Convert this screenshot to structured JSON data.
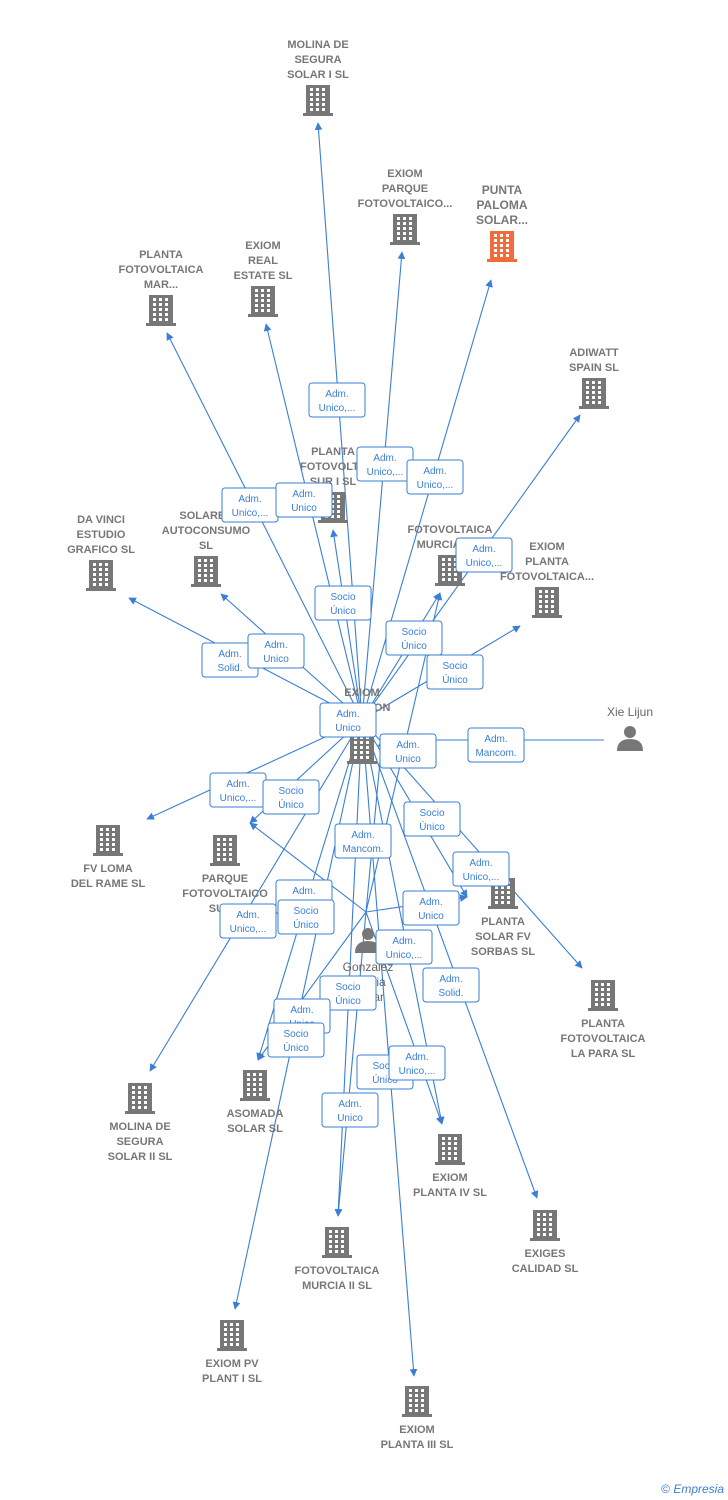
{
  "colors": {
    "edge": "#3a7fd5",
    "building": "#777777",
    "focus": "#f26b3a",
    "person": "#777777"
  },
  "nodes": [
    {
      "id": "center",
      "type": "company",
      "lines": [
        "EXIOM",
        "SOLUTION",
        "SL"
      ]
    },
    {
      "id": "punta",
      "type": "company",
      "focus": true,
      "lines": [
        "PUNTA",
        "PALOMA",
        "SOLAR..."
      ]
    },
    {
      "id": "molina1",
      "type": "company",
      "lines": [
        "MOLINA DE",
        "SEGURA",
        "SOLAR I  SL"
      ]
    },
    {
      "id": "parque",
      "type": "company",
      "lines": [
        "EXIOM",
        "PARQUE",
        "FOTOVOLTAICO..."
      ]
    },
    {
      "id": "realestate",
      "type": "company",
      "lines": [
        "EXIOM",
        "REAL",
        "ESTATE  SL"
      ]
    },
    {
      "id": "mar",
      "type": "company",
      "lines": [
        "PLANTA",
        "FOTOVOLTAICA",
        "MAR..."
      ]
    },
    {
      "id": "adiwatt",
      "type": "company",
      "lines": [
        "ADIWATT",
        "SPAIN  SL"
      ]
    },
    {
      "id": "pfsur1",
      "type": "company",
      "lines": [
        "PLANTA",
        "FOTOVOLTA",
        "SUR I  SL"
      ]
    },
    {
      "id": "davinci",
      "type": "company",
      "lines": [
        "DA VINCI",
        "ESTUDIO",
        "GRAFICO SL"
      ]
    },
    {
      "id": "solares",
      "type": "company",
      "lines": [
        "SOLARES",
        "AUTOCONSUMO",
        "SL"
      ]
    },
    {
      "id": "fmurcia1",
      "type": "company",
      "lines": [
        "FOTOVOLTAICA",
        "MURCIA I  SL"
      ]
    },
    {
      "id": "pfexiom",
      "type": "company",
      "lines": [
        "EXIOM",
        "PLANTA",
        "FOTOVOLTAICA..."
      ]
    },
    {
      "id": "fvloma",
      "type": "company",
      "lines": [
        "FV LOMA",
        "DEL RAME  SL"
      ]
    },
    {
      "id": "parquesur",
      "type": "company",
      "lines": [
        "PARQUE",
        "FOTOVOLTAICO",
        "SUR..."
      ]
    },
    {
      "id": "sorbas",
      "type": "company",
      "lines": [
        "PLANTA",
        "SOLAR FV",
        "SORBAS  SL"
      ]
    },
    {
      "id": "lapara",
      "type": "company",
      "lines": [
        "PLANTA",
        "FOTOVOLTAICA",
        "LA PARA  SL"
      ]
    },
    {
      "id": "molina2",
      "type": "company",
      "lines": [
        "MOLINA DE",
        "SEGURA",
        "SOLAR II  SL"
      ]
    },
    {
      "id": "asomada",
      "type": "company",
      "lines": [
        "ASOMADA",
        "SOLAR  SL"
      ]
    },
    {
      "id": "planta4",
      "type": "company",
      "lines": [
        "EXIOM",
        "PLANTA IV  SL"
      ]
    },
    {
      "id": "exiges",
      "type": "company",
      "lines": [
        "EXIGES",
        "CALIDAD  SL"
      ]
    },
    {
      "id": "fmurcia2",
      "type": "company",
      "lines": [
        "FOTOVOLTAICA",
        "MURCIA II  SL"
      ]
    },
    {
      "id": "pvplant1",
      "type": "company",
      "lines": [
        "EXIOM PV",
        "PLANT I  SL"
      ]
    },
    {
      "id": "planta3",
      "type": "company",
      "lines": [
        "EXIOM",
        "PLANTA III  SL"
      ]
    },
    {
      "id": "xie",
      "type": "person",
      "lines": [
        "Xie Lijun"
      ]
    },
    {
      "id": "gonzalez",
      "type": "person",
      "lines": [
        "Gonzalez",
        "Garcia",
        "Oscar"
      ]
    }
  ],
  "edges": [
    {
      "from": "center",
      "to": "molina1"
    },
    {
      "from": "center",
      "to": "parque"
    },
    {
      "from": "center",
      "to": "punta"
    },
    {
      "from": "center",
      "to": "realestate"
    },
    {
      "from": "center",
      "to": "mar"
    },
    {
      "from": "center",
      "to": "adiwatt"
    },
    {
      "from": "center",
      "to": "pfsur1"
    },
    {
      "from": "center",
      "to": "davinci"
    },
    {
      "from": "center",
      "to": "solares"
    },
    {
      "from": "center",
      "to": "fmurcia1"
    },
    {
      "from": "center",
      "to": "pfexiom"
    },
    {
      "from": "center",
      "to": "fvloma"
    },
    {
      "from": "center",
      "to": "parquesur"
    },
    {
      "from": "center",
      "to": "sorbas"
    },
    {
      "from": "center",
      "to": "lapara"
    },
    {
      "from": "center",
      "to": "molina2"
    },
    {
      "from": "center",
      "to": "asomada"
    },
    {
      "from": "center",
      "to": "planta4"
    },
    {
      "from": "center",
      "to": "exiges"
    },
    {
      "from": "center",
      "to": "fmurcia2"
    },
    {
      "from": "center",
      "to": "pvplant1"
    },
    {
      "from": "center",
      "to": "planta3"
    },
    {
      "from": "xie",
      "to": "center"
    },
    {
      "from": "gonzalez",
      "to": "center"
    },
    {
      "from": "gonzalez",
      "to": "fmurcia1"
    },
    {
      "from": "gonzalez",
      "to": "sorbas"
    },
    {
      "from": "gonzalez",
      "to": "parquesur"
    },
    {
      "from": "gonzalez",
      "to": "asomada"
    },
    {
      "from": "gonzalez",
      "to": "planta4"
    },
    {
      "from": "gonzalez",
      "to": "fmurcia2"
    }
  ],
  "relations": [
    [
      "Adm.",
      "Unico,..."
    ],
    [
      "Adm.",
      "Unico,..."
    ],
    [
      "Adm.",
      "Unico,..."
    ],
    [
      "Adm.",
      "Unico,..."
    ],
    [
      "Adm.",
      "Unico"
    ],
    [
      "Adm.",
      "Unico,..."
    ],
    [
      "Socio",
      "Único"
    ],
    [
      "Socio",
      "Único"
    ],
    [
      "Socio",
      "Único"
    ],
    [
      "Adm.",
      "Solid."
    ],
    [
      "Adm.",
      "Unico"
    ],
    [
      "Adm.",
      "Unico"
    ],
    [
      "Adm.",
      "Unico"
    ],
    [
      "Adm.",
      "Mancom."
    ],
    [
      "Adm.",
      "Unico,..."
    ],
    [
      "Socio",
      "Único"
    ],
    [
      "Socio",
      "Único"
    ],
    [
      "Adm.",
      "Mancom."
    ],
    [
      "Adm.",
      "Unico,..."
    ],
    [
      "Adm.",
      "Unico"
    ],
    [
      "Adm.",
      "Unico,..."
    ],
    [
      "Adm.",
      "Unico"
    ],
    [
      "Socio",
      "Único"
    ],
    [
      "Adm.",
      "Unico,..."
    ],
    [
      "Adm.",
      "Solid."
    ],
    [
      "Socio",
      "Único"
    ],
    [
      "Adm.",
      "Unico"
    ],
    [
      "Socio",
      "Único"
    ],
    [
      "Socio",
      "Único"
    ],
    [
      "Adm.",
      "Unico,..."
    ],
    [
      "Adm.",
      "Unico"
    ]
  ],
  "footer": {
    "copyright": "©",
    "brand": "Empresia"
  }
}
